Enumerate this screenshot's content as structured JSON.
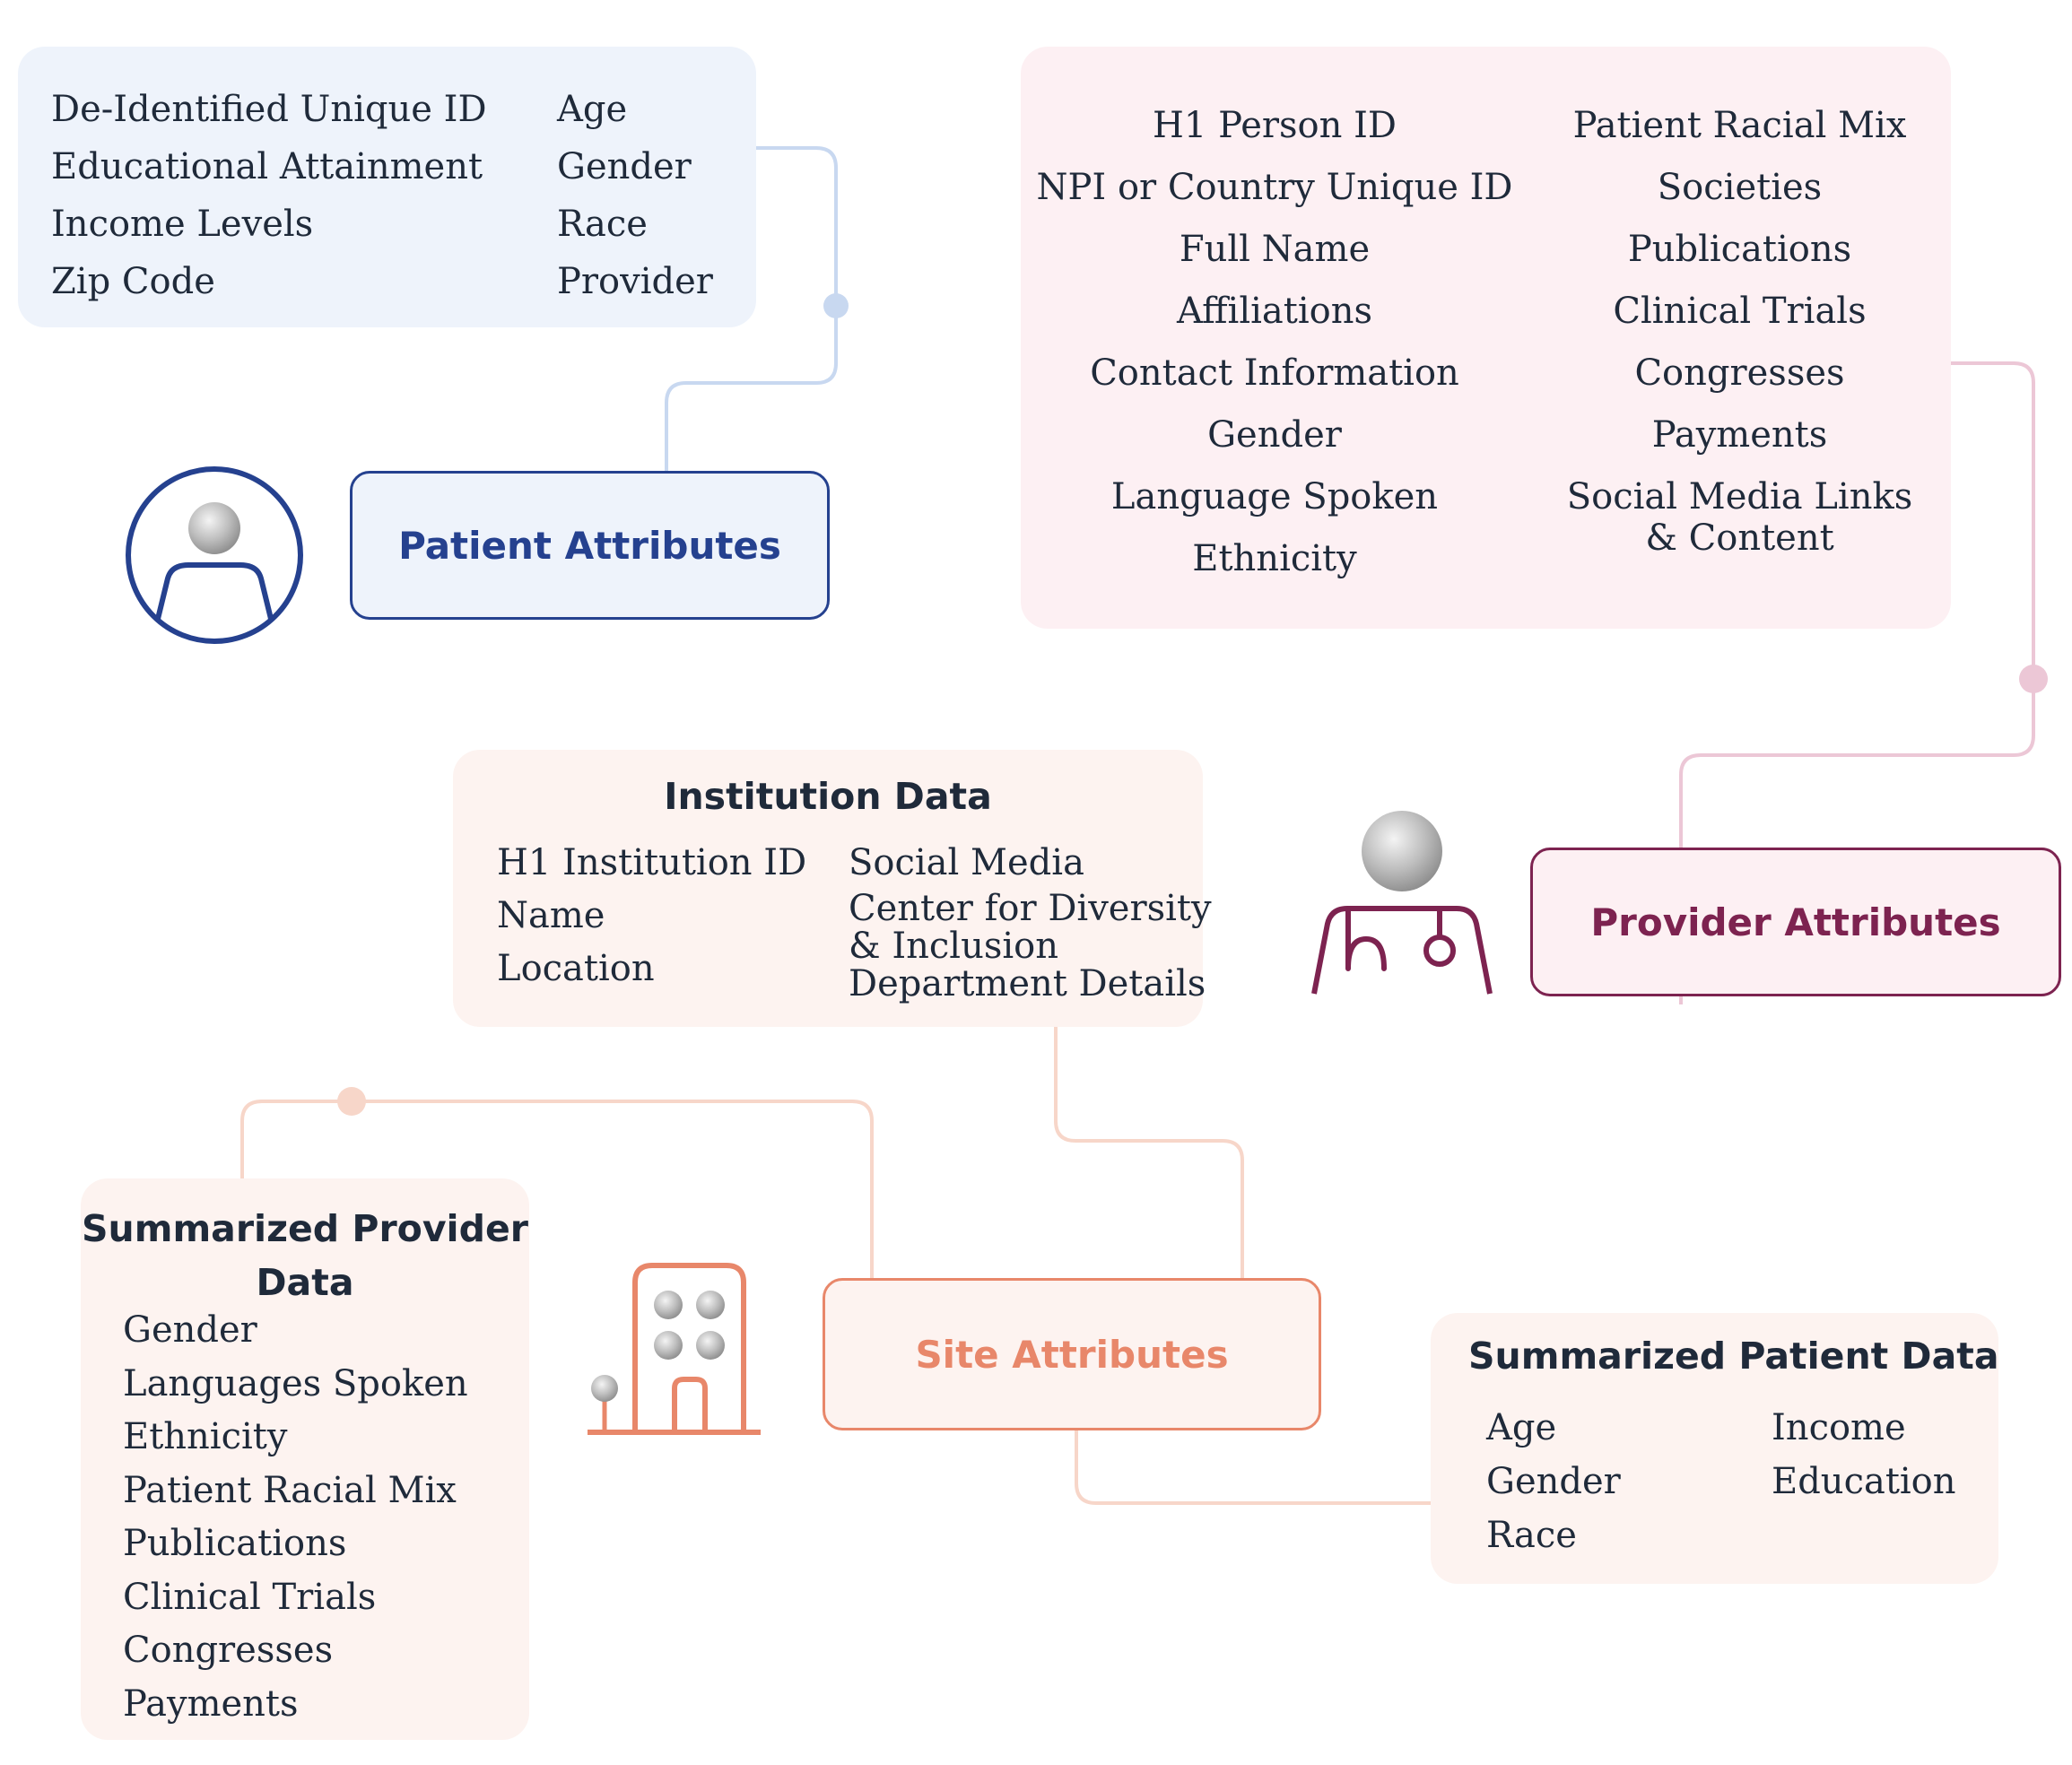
{
  "patient_attributes": {
    "label": "Patient Attributes",
    "fields_col1": [
      "De-Identified Unique ID",
      "Educational Attainment",
      "Income Levels",
      "Zip Code"
    ],
    "fields_col2": [
      "Age",
      "Gender",
      "Race",
      "Provider"
    ]
  },
  "provider_attributes": {
    "label": "Provider Attributes",
    "fields_col1": [
      "H1 Person ID",
      "NPI or Country Unique ID",
      "Full Name",
      "Affiliations",
      "Contact Information",
      "Gender",
      "Language Spoken",
      "Ethnicity"
    ],
    "fields_col2": [
      "Patient Racial Mix",
      "Societies",
      "Publications",
      "Clinical Trials",
      "Congresses",
      "Payments",
      "Social Media Links",
      "& Content"
    ]
  },
  "institution_data": {
    "title": "Institution Data",
    "fields_col1": [
      "H1 Institution ID",
      "Name",
      "Location"
    ],
    "fields_col2": [
      "Social Media",
      "Center for Diversity",
      "& Inclusion",
      "Department Details"
    ]
  },
  "site_attributes": {
    "label": "Site Attributes"
  },
  "summarized_provider_data": {
    "title_line1": "Summarized Provider",
    "title_line2": "Data",
    "fields": [
      "Gender",
      "Languages Spoken",
      "Ethnicity",
      "Patient Racial Mix",
      "Publications",
      "Clinical Trials",
      "Congresses",
      "Payments"
    ]
  },
  "summarized_patient_data": {
    "title": "Summarized Patient Data",
    "fields_col1": [
      "Age",
      "Gender",
      "Race"
    ],
    "fields_col2": [
      "Income",
      "Education"
    ]
  },
  "colors": {
    "patient": "#25418f",
    "patient_connector": "#c8d8f0",
    "provider": "#7d2350",
    "provider_connector": "#ecc7d6",
    "site": "#e8876a",
    "site_connector": "#f7d6c9"
  },
  "icons": [
    "person-icon",
    "doctor-icon",
    "building-icon"
  ]
}
